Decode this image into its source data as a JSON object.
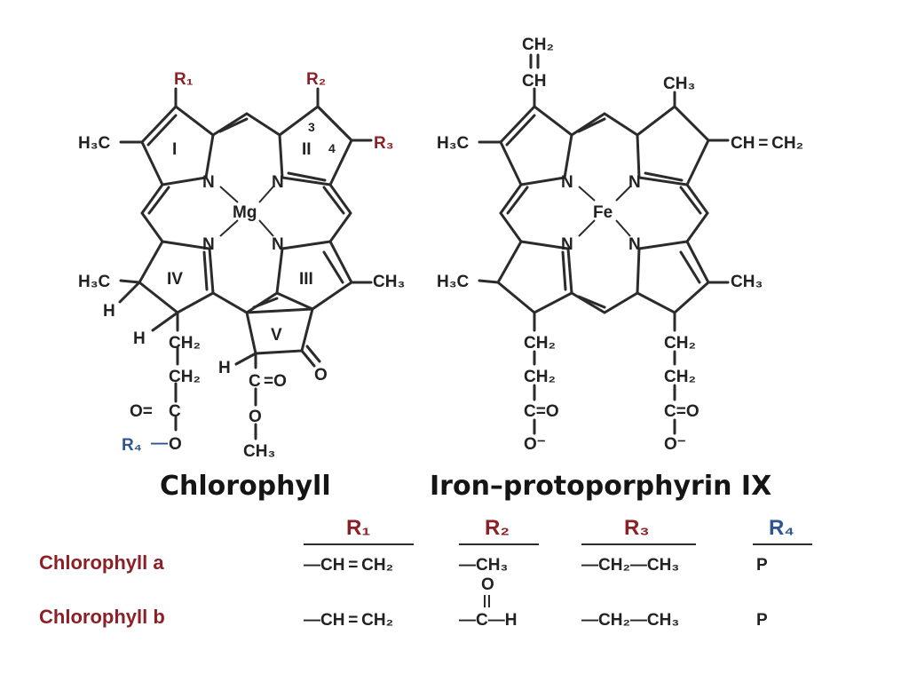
{
  "chlorophyll": {
    "r1": "R₁",
    "r2": "R₂",
    "r3": "R₃",
    "r4": "R₄",
    "h3c_top": "H₃C",
    "h3c_left": "H₃C",
    "h_left": "H",
    "ch3_right": "CH₃",
    "ring_1": "I",
    "ring_2": "II",
    "ring_3": "III",
    "ring_4": "IV",
    "ring_5": "V",
    "pos_3": "3",
    "pos_4": "4",
    "mg": "Mg",
    "n": "N",
    "h_chain": "H",
    "ch2_a": "CH₂",
    "ch2_b": "CH₂",
    "carbonyl": "O",
    "h_v": "H",
    "ester_c": "C",
    "ester_eq_o": "=O",
    "ester_o": "O",
    "ester_ch3": "CH₃",
    "acid_o_eq": "O=",
    "acid_c": "C",
    "acid_o": "O",
    "r4_dash": "—",
    "title": "Chlorophyll"
  },
  "heme": {
    "ch2_top": "CH₂",
    "ch_top": "CH",
    "ch3_top": "CH₃",
    "h3c_upper": "H₃C",
    "vinyl_right": "CH = CH₂",
    "fe": "Fe",
    "n": "N",
    "h3c_lower": "H₃C",
    "ch3_lower": "CH₃",
    "left_chain": [
      "CH₂",
      "CH₂",
      "C=O",
      "O⁻"
    ],
    "right_chain": [
      "CH₂",
      "CH₂",
      "C=O",
      "O⁻"
    ],
    "title": "Iron–protoporphyrin IX"
  },
  "table": {
    "headers": [
      "R₁",
      "R₂",
      "R₃",
      "R₄"
    ],
    "rows": [
      {
        "name": "Chlorophyll a",
        "r1": "—CH = CH₂",
        "r2": "—CH₃",
        "r3": "—CH₂—CH₃",
        "r4": "P"
      },
      {
        "name": "Chlorophyll b",
        "r1": "—CH = CH₂",
        "r2": "—C—H",
        "r2_o": "O",
        "r3": "—CH₂—CH₃",
        "r4": "P"
      }
    ]
  },
  "colors": {
    "red": "#8b2026",
    "blue": "#2f5591",
    "black": "#222222"
  }
}
